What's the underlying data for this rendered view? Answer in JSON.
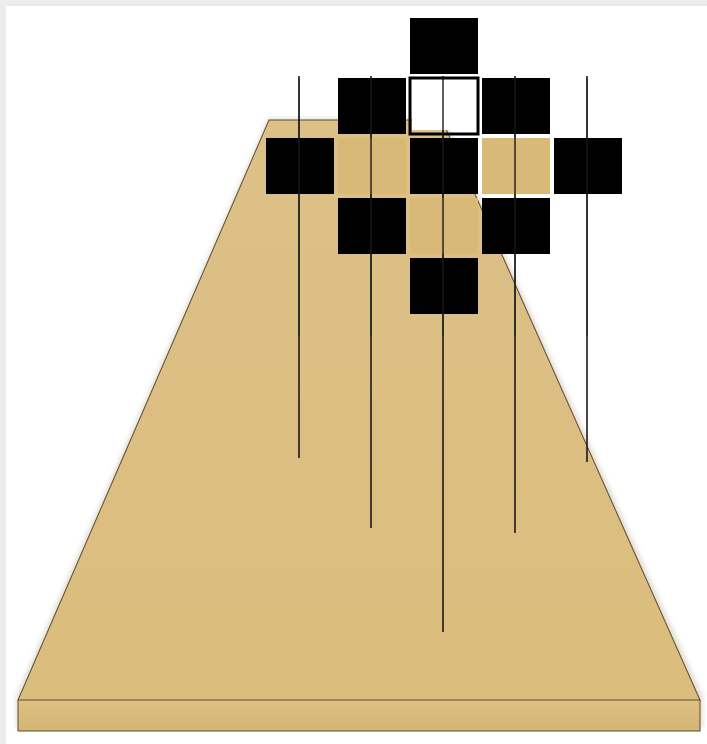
{
  "figure": {
    "description_free": true,
    "colors": {
      "background": "#ffffff",
      "frame": "#ececea",
      "board_top": "#dcbd7f",
      "board_front": "#d9bb7a",
      "board_edge": "#5a4a30",
      "shadow": "#b9b4a7",
      "block": "#000000",
      "pin": "#1a1a1a"
    },
    "block_pattern": {
      "rows": [
        [
          0,
          0,
          0,
          1,
          0,
          0,
          0
        ],
        [
          0,
          0,
          1,
          0,
          1,
          0,
          0
        ],
        [
          0,
          1,
          0,
          1,
          0,
          1,
          0
        ],
        [
          0,
          0,
          1,
          0,
          1,
          0,
          0
        ],
        [
          0,
          0,
          0,
          1,
          0,
          0,
          0
        ]
      ],
      "top_row_extra_open_cell": true,
      "shape": "diamond-checkerboard"
    },
    "pins": {
      "count": 5
    }
  }
}
